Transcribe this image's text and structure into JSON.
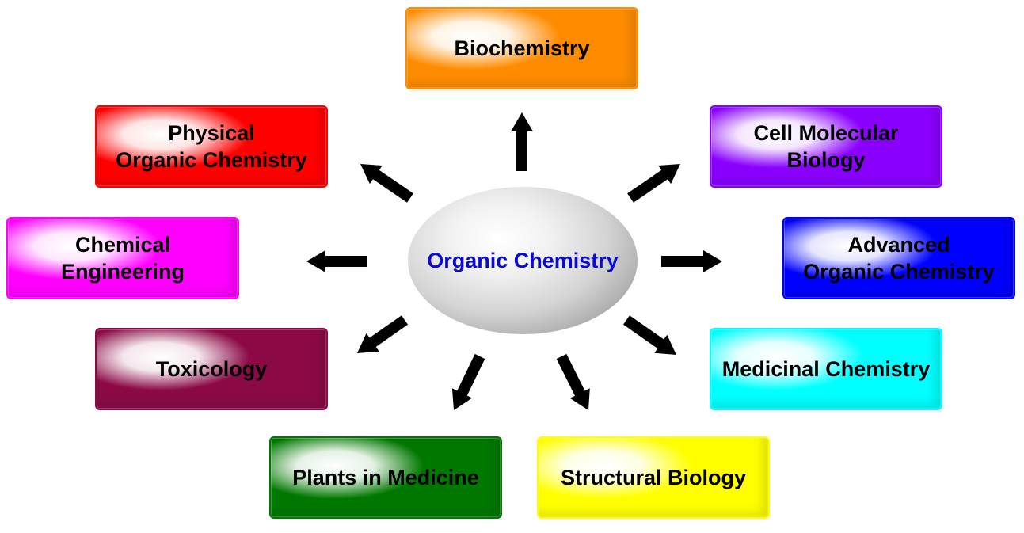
{
  "center": {
    "label": "Organic Chemistry",
    "color": "#0a0ad2"
  },
  "boxes": {
    "biochemistry": {
      "label": "Biochemistry",
      "color": "#ff8c00"
    },
    "physical_organic": {
      "label": "Physical\nOrganic Chemistry",
      "color": "#ff0000"
    },
    "cell_molecular": {
      "label": "Cell Molecular\nBiology",
      "color": "#8a00ff"
    },
    "chemical_engineering": {
      "label": "Chemical\nEngineering",
      "color": "#ff00ff"
    },
    "advanced_organic": {
      "label": "Advanced\nOrganic Chemistry",
      "color": "#0000ff"
    },
    "toxicology": {
      "label": "Toxicology",
      "color": "#8b0a46"
    },
    "medicinal_chemistry": {
      "label": "Medicinal Chemistry",
      "color": "#00ffff"
    },
    "plants_in_medicine": {
      "label": "Plants in Medicine",
      "color": "#007800"
    },
    "structural_biology": {
      "label": "Structural Biology",
      "color": "#ffff00"
    }
  }
}
